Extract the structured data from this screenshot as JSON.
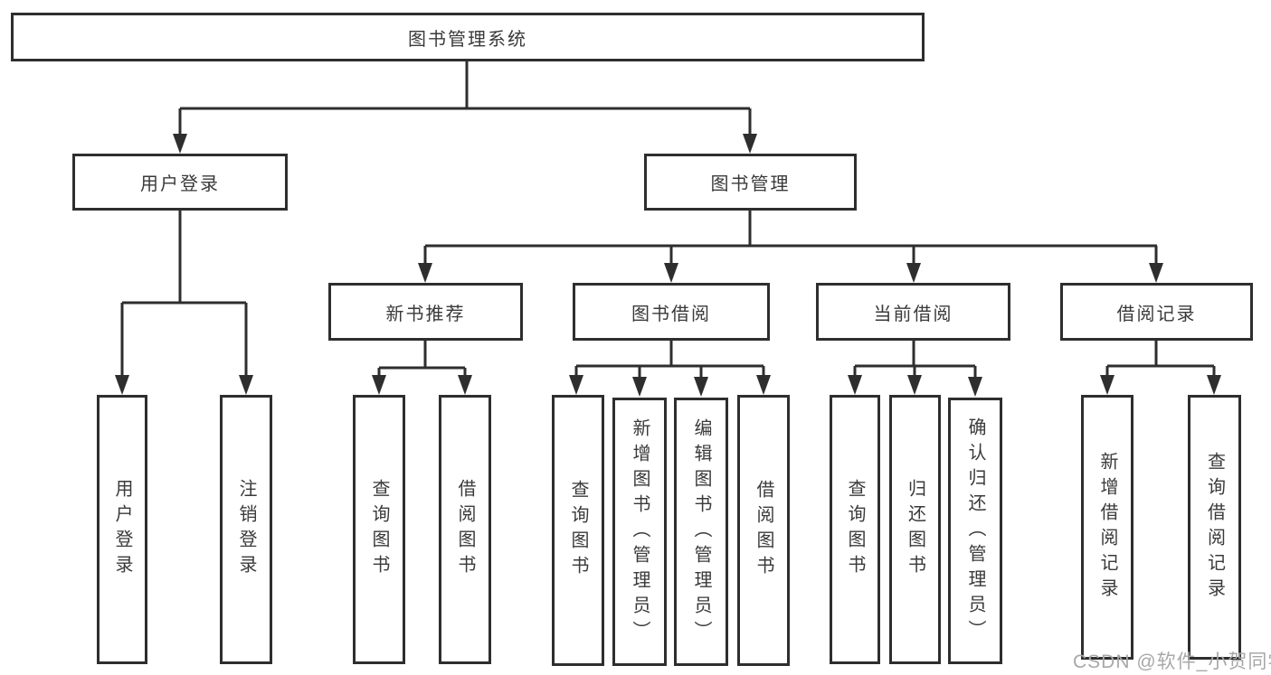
{
  "diagram": {
    "title_note": "functional structure chart of a library management system",
    "colors": {
      "line": "#2e2e2e",
      "box_border": "#2e2e2e",
      "text": "#3a3a3a",
      "watermark": "#a8a8a8",
      "background": "#ffffff"
    },
    "root": {
      "label": "图书管理系统"
    },
    "level2": [
      {
        "label": "用户登录"
      },
      {
        "label": "图书管理"
      }
    ],
    "level3": [
      {
        "label": "新书推荐"
      },
      {
        "label": "图书借阅"
      },
      {
        "label": "当前借阅"
      },
      {
        "label": "借阅记录"
      }
    ],
    "leaves": {
      "user_login": [
        "用户登录",
        "注销登录"
      ],
      "new_book": [
        "查询图书",
        "借阅图书"
      ],
      "book_borrow": [
        "查询图书",
        "新增图书（管理员）",
        "编辑图书（管理员）",
        "借阅图书"
      ],
      "current_borrow": [
        "查询图书",
        "归还图书",
        "确认归还（管理员）"
      ],
      "borrow_record": [
        "新增借阅记录",
        "查询借阅记录"
      ]
    },
    "watermark": "CSDN @软件_小贺同学"
  }
}
